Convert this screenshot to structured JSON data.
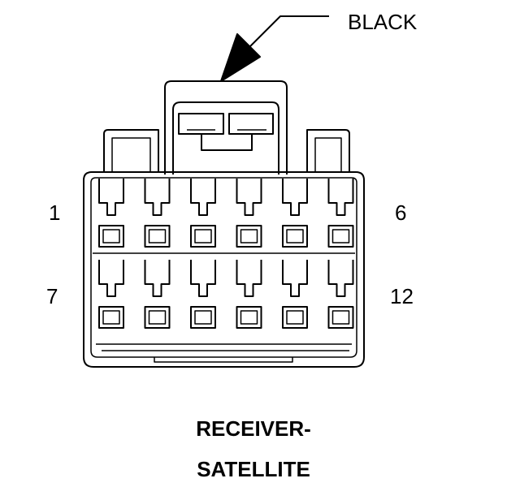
{
  "connector": {
    "color_label": "BLACK",
    "title_line1": "RECEIVER-",
    "title_line2": "SATELLITE",
    "pins_per_row": 6,
    "row_count": 2,
    "pin_labels": {
      "top_left": "1",
      "top_right": "6",
      "bottom_left": "7",
      "bottom_right": "12"
    }
  },
  "colors": {
    "ink": "#000000",
    "paper": "#ffffff"
  }
}
